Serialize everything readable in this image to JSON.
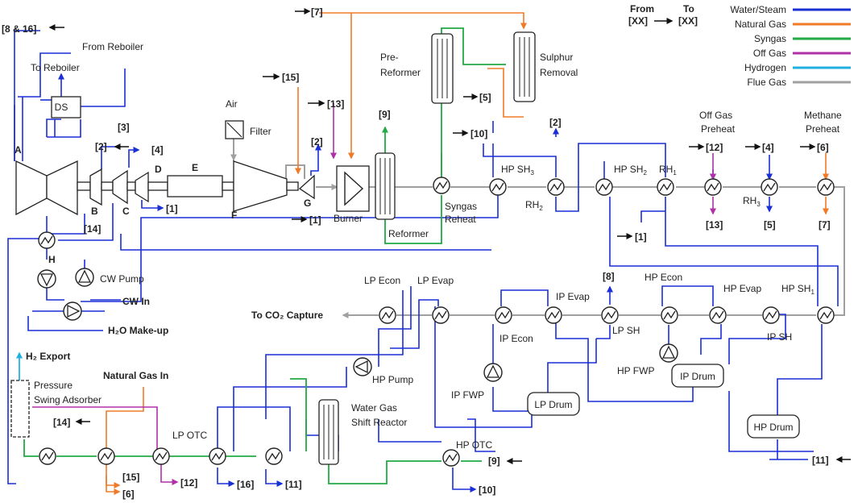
{
  "legend": {
    "from_label": "From",
    "to_label": "To",
    "from_code": "[XX]",
    "to_code": "[XX]",
    "items": [
      {
        "label": "Water/Steam",
        "color": "#1a2fd6"
      },
      {
        "label": "Natural Gas",
        "color": "#f07a28"
      },
      {
        "label": "Syngas",
        "color": "#22aa44"
      },
      {
        "label": "Off Gas",
        "color": "#b030a8"
      },
      {
        "label": "Hydrogen",
        "color": "#22b0e0"
      },
      {
        "label": "Flue Gas",
        "color": "#a0a0a0"
      }
    ]
  },
  "units": {
    "ds": "DS",
    "a": "A",
    "b": "B",
    "c": "C",
    "d": "D",
    "e": "E",
    "f": "F",
    "g": "G",
    "h": "H",
    "air": "Air",
    "filter": "Filter",
    "burner": "Burner",
    "reformer": "Reformer",
    "pre_reformer_1": "Pre-",
    "pre_reformer_2": "Reformer",
    "sulphur_1": "Sulphur",
    "sulphur_2": "Removal",
    "syngas_reheat_1": "Syngas",
    "syngas_reheat_2": "Reheat",
    "hp_sh3": "HP SH",
    "hp_sh3_sub": "3",
    "hp_sh2": "HP SH",
    "hp_sh2_sub": "2",
    "rh1": "RH",
    "rh1_sub": "1",
    "rh2": "RH",
    "rh2_sub": "2",
    "rh3": "RH",
    "rh3_sub": "3",
    "off_gas_preheat_1": "Off Gas",
    "off_gas_preheat_2": "Preheat",
    "methane_preheat_1": "Methane",
    "methane_preheat_2": "Preheat",
    "hp_sh1": "HP SH",
    "hp_sh1_sub": "1",
    "hp_econ": "HP Econ",
    "hp_evap": "HP Evap",
    "ip_sh": "IP SH",
    "lp_sh": "LP SH",
    "ip_evap": "IP Evap",
    "ip_econ": "IP Econ",
    "lp_econ": "LP Econ",
    "lp_evap": "LP Evap",
    "lp_drum": "LP Drum",
    "ip_drum": "IP Drum",
    "hp_drum": "HP Drum",
    "ip_fwp": "IP FWP",
    "hp_fwp": "HP FWP",
    "hp_pump": "HP Pump",
    "cw_pump": "CW Pump",
    "cw_in": "CW In",
    "h2o_makeup": "H₂O Make-up",
    "to_co2": "To CO₂ Capture",
    "to_reboiler": "To Reboiler",
    "from_reboiler": "From Reboiler",
    "h2_export": "H₂ Export",
    "psa_1": "Pressure",
    "psa_2": "Swing Adsorber",
    "natural_gas_in": "Natural Gas In",
    "wgs_1": "Water Gas",
    "wgs_2": "Shift Reactor",
    "lp_otc": "LP OTC",
    "hp_otc": "HP OTC"
  },
  "streams": {
    "s8_16": "[8 & 16]",
    "s7_top": "[7]",
    "s15_top": "[15]",
    "s13_top": "[13]",
    "s9_top": "[9]",
    "s5_mid": "[5]",
    "s10_top": "[10]",
    "s2_top": "[2]",
    "s3": "[3]",
    "s2_left": "[2]",
    "s4_left": "[4]",
    "s1_d": "[1]",
    "s2_g": "[2]",
    "s1_g": "[1]",
    "s12_in": "[12]",
    "s4_in": "[4]",
    "s6_in": "[6]",
    "s13_out": "[13]",
    "s5_out": "[5]",
    "s7_out": "[7]",
    "s1_mid": "[1]",
    "s14_h": "[14]",
    "s8_mid": "[8]",
    "s14_psa": "[14]",
    "s15_out": "[15]",
    "s6_out": "[6]",
    "s12_out": "[12]",
    "s16_out": "[16]",
    "s11_out": "[11]",
    "s9_in": "[9]",
    "s10_out": "[10]",
    "s11_in": "[11]"
  }
}
